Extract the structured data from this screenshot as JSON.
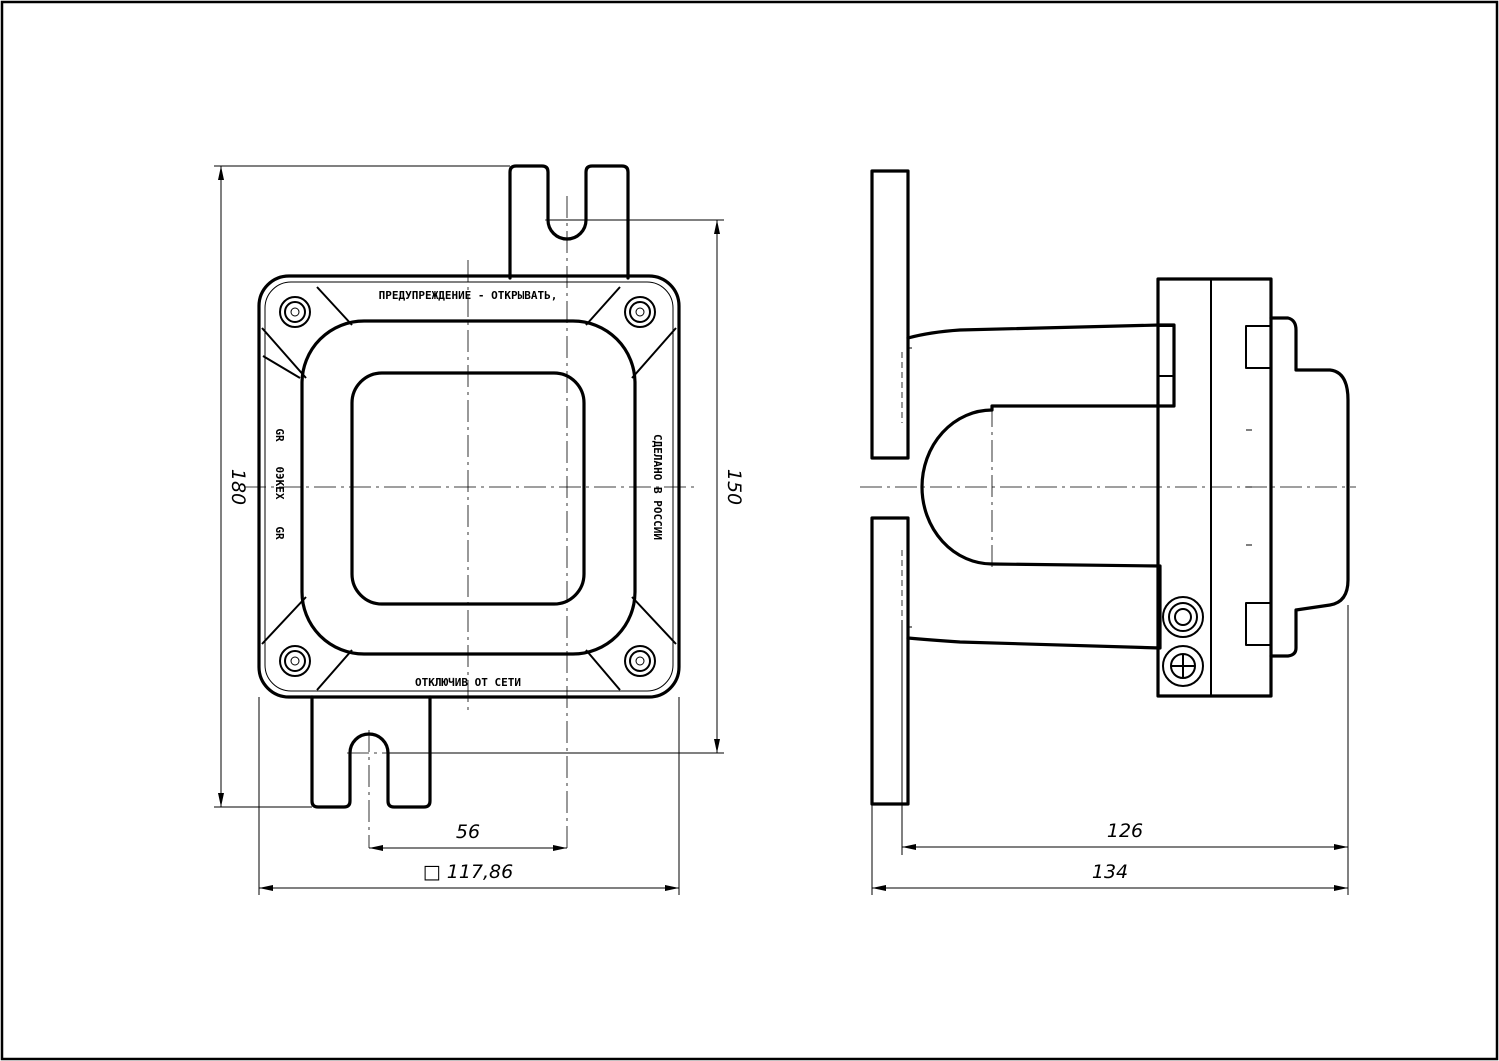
{
  "markings": {
    "top": "ПРЕДУПРЕЖДЕНИЕ - ОТКРЫВАТЬ,",
    "bottom": "ОТКЛЮЧИВ ОТ СЕТИ",
    "right": "СДЕЛАНО В РОССИИ",
    "left_logo_top": "GR",
    "left_text": "0ЭКЕХ",
    "left_logo_bottom": "GR"
  },
  "dimensions": {
    "front_height": "180",
    "front_mount": "150",
    "front_offset": "56",
    "front_width": "□ 117,86",
    "side_depth_inner": "126",
    "side_depth_total": "134"
  }
}
